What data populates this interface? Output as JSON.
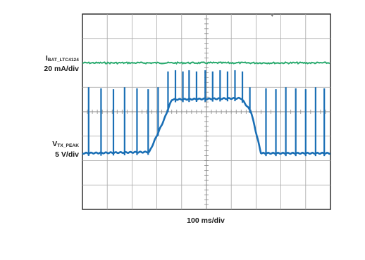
{
  "chart_data": {
    "type": "line",
    "title": "",
    "grid": true,
    "grid_divisions": {
      "horizontal": 10,
      "vertical": 8
    },
    "x_scale": "100 ms/div",
    "x_unit_divisions": [
      0,
      10
    ],
    "channels": [
      {
        "name": "I_BAT_LTC4124",
        "label_main": "I",
        "label_sub": "BAT_LTC4124",
        "scale": "20 mA/div",
        "color": "#2aab6f",
        "level_div_from_top": 2.0,
        "x_div": [
          0,
          10
        ],
        "y_div_from_top": [
          2.0,
          2.0
        ]
      },
      {
        "name": "V_TX_PEAK",
        "label_main": "V",
        "label_sub": "TX_PEAK",
        "scale": "5 V/div",
        "color": "#1a6fb5",
        "baseline_div_from_top": 5.7,
        "plateau_div_from_top": 3.45,
        "spike_top_div_from_top": 3.0,
        "spike_top_plateau_div_from_top": 2.3,
        "envelope_x_div": [
          0,
          2.7,
          3.3,
          3.6,
          6.4,
          6.8,
          7.2,
          10
        ],
        "envelope_y_div_from_top": [
          5.7,
          5.65,
          4.3,
          3.5,
          3.45,
          4.0,
          5.7,
          5.7
        ],
        "spike_x_div": [
          0.25,
          0.75,
          1.25,
          1.7,
          2.2,
          2.65,
          3.05,
          3.45,
          3.75,
          4.05,
          4.3,
          4.6,
          4.95,
          5.25,
          5.55,
          5.85,
          6.15,
          6.45,
          6.75,
          7.4,
          7.8,
          8.2,
          8.6,
          9.0,
          9.4,
          9.75
        ]
      }
    ]
  }
}
